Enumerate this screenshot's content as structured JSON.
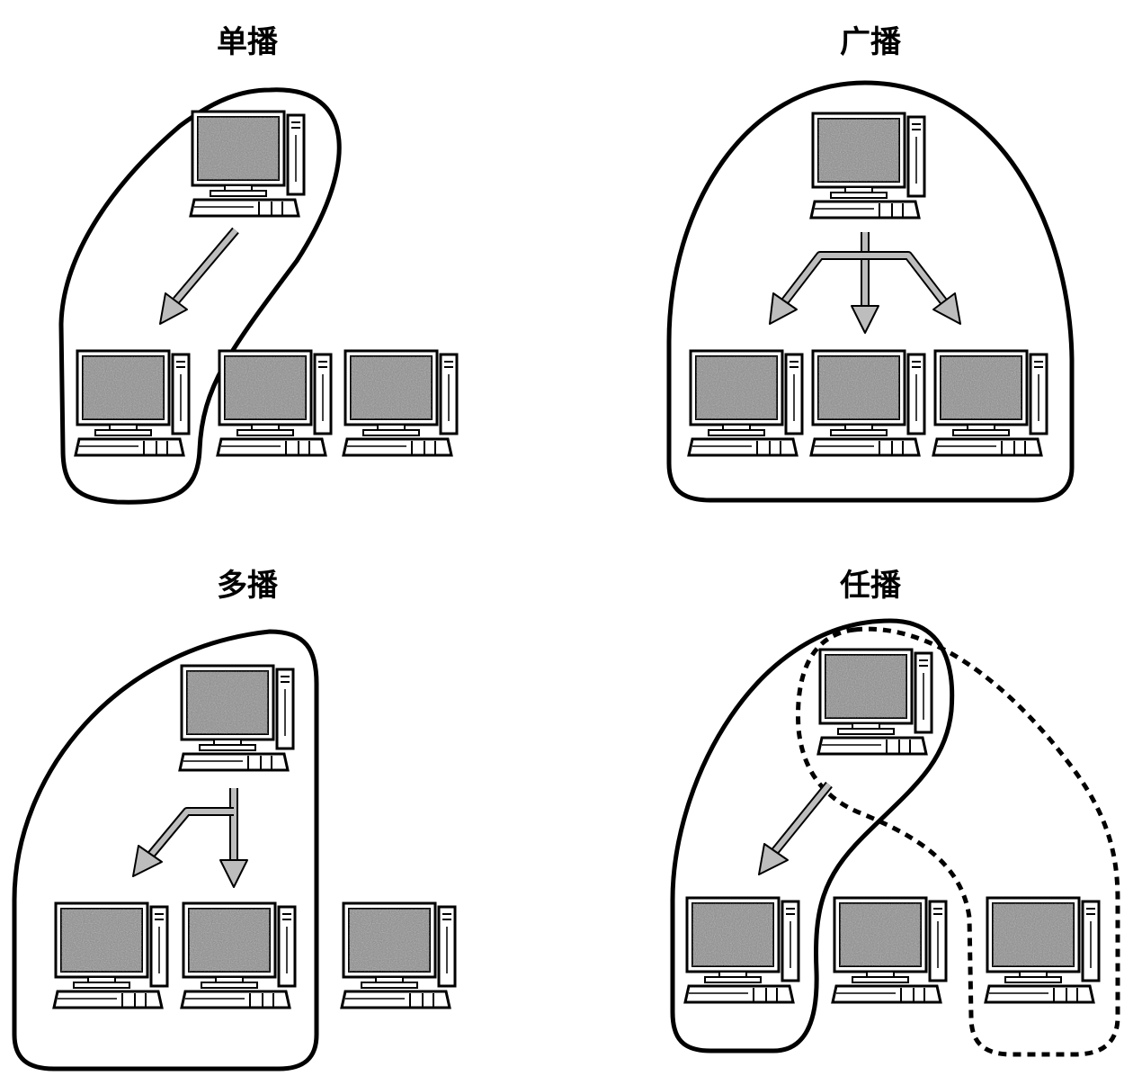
{
  "panels": [
    {
      "id": "unicast",
      "title": "单播"
    },
    {
      "id": "broadcast",
      "title": "广播"
    },
    {
      "id": "multicast",
      "title": "多播"
    },
    {
      "id": "anycast",
      "title": "任播"
    }
  ],
  "colors": {
    "line": "#000000",
    "screen_noise": "#8a8a8a",
    "arrow_fill": "#bdbdbd",
    "background": "#ffffff"
  },
  "icons": {
    "node": "desktop-computer-icon",
    "flow": "arrow-icon"
  }
}
